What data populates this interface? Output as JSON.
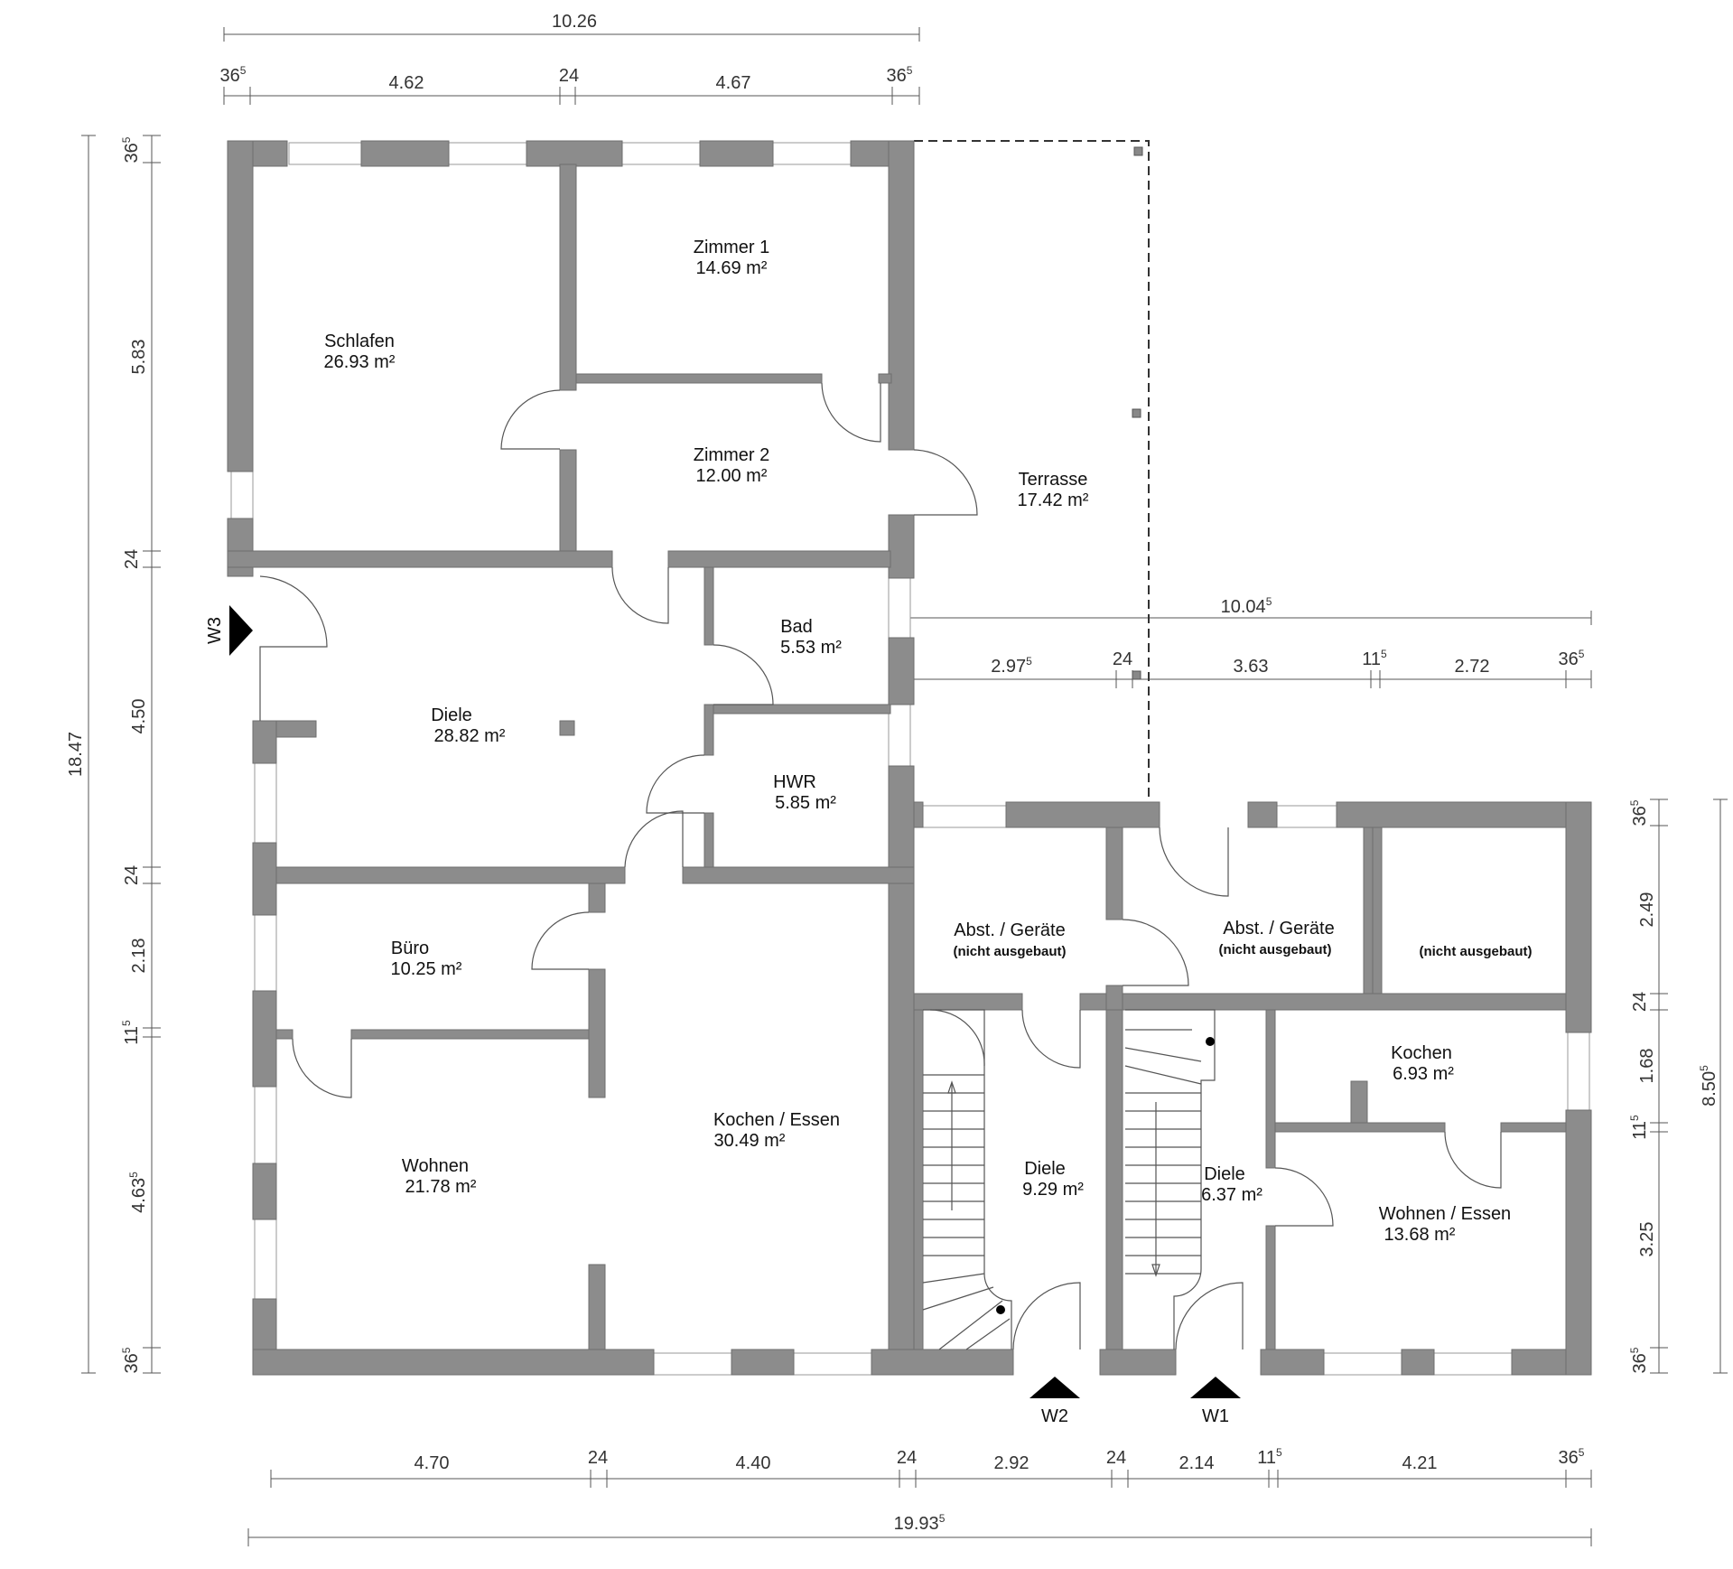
{
  "rooms": {
    "schlafen": {
      "name": "Schlafen",
      "area": "26.93 m²"
    },
    "zimmer1": {
      "name": "Zimmer 1",
      "area": "14.69 m²"
    },
    "zimmer2": {
      "name": "Zimmer 2",
      "area": "12.00 m²"
    },
    "terrasse": {
      "name": "Terrasse",
      "area": "17.42 m²"
    },
    "bad": {
      "name": "Bad",
      "area": "5.53 m²"
    },
    "diele_main": {
      "name": "Diele",
      "area": "28.82 m²"
    },
    "hwr": {
      "name": "HWR",
      "area": "5.85 m²"
    },
    "buero": {
      "name": "Büro",
      "area": "10.25 m²"
    },
    "wohnen": {
      "name": "Wohnen",
      "area": "21.78 m²"
    },
    "kochen_essen": {
      "name": "Kochen / Essen",
      "area": "30.49 m²"
    },
    "abst1": {
      "name": "Abst. / Geräte",
      "note": "(nicht ausgebaut)"
    },
    "abst2": {
      "name": "Abst. / Geräte",
      "note": "(nicht ausgebaut)"
    },
    "nicht3": {
      "note": "(nicht ausgebaut)"
    },
    "diele_w2": {
      "name": "Diele",
      "area": "9.29 m²"
    },
    "diele_w1": {
      "name": "Diele",
      "area": "6.37 m²"
    },
    "kochen": {
      "name": "Kochen",
      "area": "6.93 m²"
    },
    "wohnen_essen": {
      "name": "Wohnen / Essen",
      "area": "13.68 m²"
    }
  },
  "entrances": {
    "w1": "W1",
    "w2": "W2",
    "w3": "W3"
  },
  "dimensions": {
    "top_total": "10.26",
    "top": {
      "d1": "36",
      "d1s": "5",
      "d2": "4.62",
      "d3": "24",
      "d4": "4.67",
      "d5": "36",
      "d5s": "5"
    },
    "mid": {
      "total": "10.04",
      "total_s": "5",
      "d1": "2.97",
      "d1s": "5",
      "d2": "24",
      "d3": "3.63",
      "d4": "11",
      "d4s": "5",
      "d5": "2.72",
      "d6": "36",
      "d6s": "5"
    },
    "bottom": {
      "d1": "4.70",
      "d2": "24",
      "d3": "4.40",
      "d4": "24",
      "d5": "2.92",
      "d6": "24",
      "d7": "2.14",
      "d8": "11",
      "d8s": "5",
      "d9": "4.21",
      "d10": "36",
      "d10s": "5"
    },
    "bottom_total": "19.93",
    "bottom_total_s": "5",
    "left_total": "18.47",
    "left": {
      "d1": "36",
      "d1s": "5",
      "d2": "5.83",
      "d3": "24",
      "d4": "4.50",
      "d5": "24",
      "d6": "2.18",
      "d7": "11",
      "d7s": "5",
      "d8": "4.63",
      "d8s": "5",
      "d9": "36",
      "d9s": "5"
    },
    "right_total": "8.50",
    "right_total_s": "5",
    "right": {
      "d1": "36",
      "d1s": "5",
      "d2": "2.49",
      "d3": "24",
      "d4": "1.68",
      "d5": "11",
      "d5s": "5",
      "d6": "3.25",
      "d7": "36",
      "d7s": "5"
    }
  }
}
